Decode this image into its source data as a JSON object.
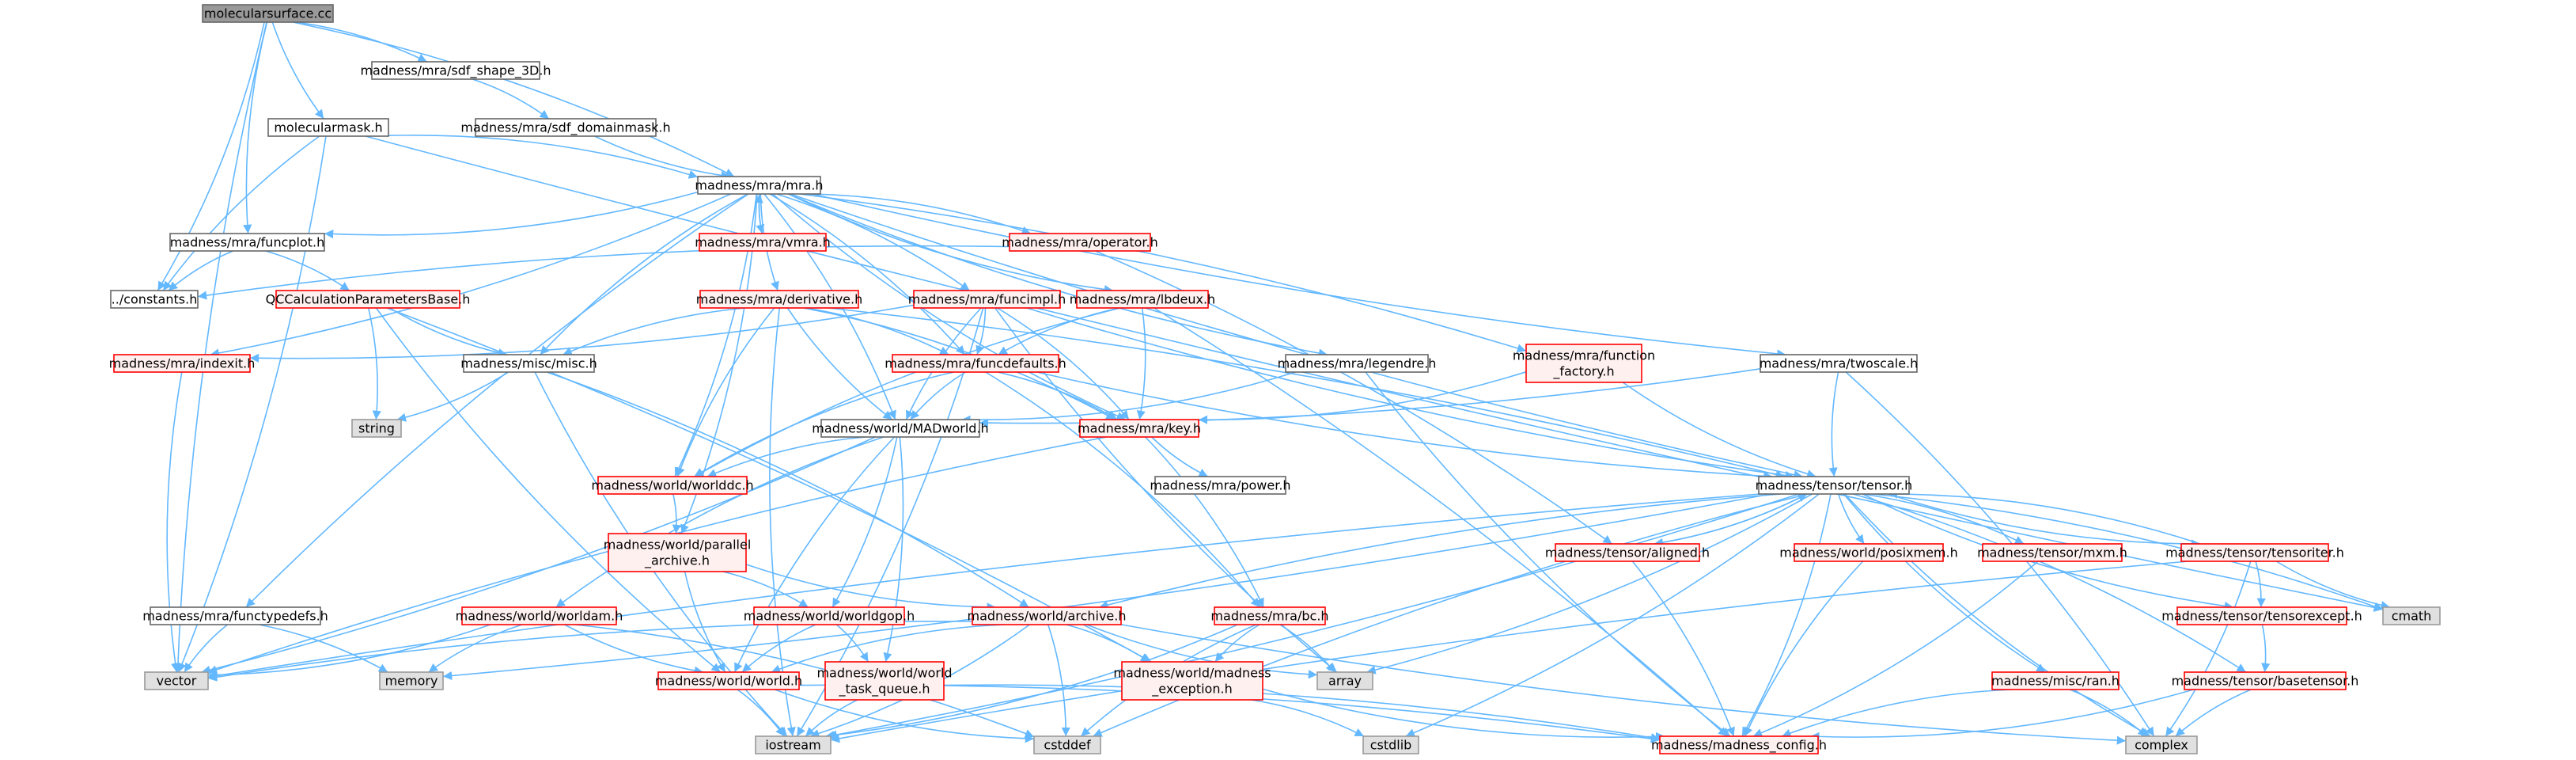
{
  "diagram": {
    "colors": {
      "edge": "#63B8FF",
      "root_fill": "#999999",
      "root_border": "#666666",
      "normal_fill": "#ffffff",
      "normal_border": "#666666",
      "truncated_fill": "#fff0f0",
      "truncated_border": "#ff0000",
      "system_fill": "#e0e0e0",
      "system_border": "#999999",
      "text": "#000000"
    },
    "nodes": [
      {
        "id": "root",
        "kind": "root",
        "lines": [
          "molecularsurface.cc"
        ]
      },
      {
        "id": "sdf_shape",
        "kind": "normal",
        "lines": [
          "madness/mra/sdf_shape_3D.h"
        ]
      },
      {
        "id": "molmask",
        "kind": "normal",
        "lines": [
          "molecularmask.h"
        ]
      },
      {
        "id": "sdf_domainmask",
        "kind": "normal",
        "lines": [
          "madness/mra/sdf_domainmask.h"
        ]
      },
      {
        "id": "mra",
        "kind": "normal",
        "lines": [
          "madness/mra/mra.h"
        ]
      },
      {
        "id": "funcplot",
        "kind": "normal",
        "lines": [
          "madness/mra/funcplot.h"
        ]
      },
      {
        "id": "vmra",
        "kind": "truncated",
        "lines": [
          "madness/mra/vmra.h"
        ]
      },
      {
        "id": "operator",
        "kind": "truncated",
        "lines": [
          "madness/mra/operator.h"
        ]
      },
      {
        "id": "constants",
        "kind": "normal",
        "lines": [
          "../constants.h"
        ]
      },
      {
        "id": "qccalc",
        "kind": "truncated",
        "lines": [
          "QCCalculationParametersBase.h"
        ]
      },
      {
        "id": "derivative",
        "kind": "truncated",
        "lines": [
          "madness/mra/derivative.h"
        ]
      },
      {
        "id": "funcimpl",
        "kind": "truncated",
        "lines": [
          "madness/mra/funcimpl.h"
        ]
      },
      {
        "id": "lbdeux",
        "kind": "truncated",
        "lines": [
          "madness/mra/lbdeux.h"
        ]
      },
      {
        "id": "indexit",
        "kind": "truncated",
        "lines": [
          "madness/mra/indexit.h"
        ]
      },
      {
        "id": "misc",
        "kind": "normal",
        "lines": [
          "madness/misc/misc.h"
        ]
      },
      {
        "id": "funcdefaults",
        "kind": "truncated",
        "lines": [
          "madness/mra/funcdefaults.h"
        ]
      },
      {
        "id": "legendre",
        "kind": "normal",
        "lines": [
          "madness/mra/legendre.h"
        ]
      },
      {
        "id": "funcfactory",
        "kind": "truncated",
        "lines": [
          "madness/mra/function",
          "_factory.h"
        ]
      },
      {
        "id": "twoscale",
        "kind": "normal",
        "lines": [
          "madness/mra/twoscale.h"
        ]
      },
      {
        "id": "string",
        "kind": "system",
        "lines": [
          "string"
        ]
      },
      {
        "id": "madworld",
        "kind": "normal",
        "lines": [
          "madness/world/MADworld.h"
        ]
      },
      {
        "id": "key",
        "kind": "truncated",
        "lines": [
          "madness/mra/key.h"
        ]
      },
      {
        "id": "power",
        "kind": "normal",
        "lines": [
          "madness/mra/power.h"
        ]
      },
      {
        "id": "worlddc",
        "kind": "truncated",
        "lines": [
          "madness/world/worlddc.h"
        ]
      },
      {
        "id": "tensor",
        "kind": "normal",
        "lines": [
          "madness/tensor/tensor.h"
        ]
      },
      {
        "id": "parallel",
        "kind": "truncated",
        "lines": [
          "madness/world/parallel",
          "_archive.h"
        ]
      },
      {
        "id": "aligned",
        "kind": "truncated",
        "lines": [
          "madness/tensor/aligned.h"
        ]
      },
      {
        "id": "posixmem",
        "kind": "truncated",
        "lines": [
          "madness/world/posixmem.h"
        ]
      },
      {
        "id": "mxm",
        "kind": "truncated",
        "lines": [
          "madness/tensor/mxm.h"
        ]
      },
      {
        "id": "tensoriter",
        "kind": "truncated",
        "lines": [
          "madness/tensor/tensoriter.h"
        ]
      },
      {
        "id": "functypedefs",
        "kind": "normal",
        "lines": [
          "madness/mra/functypedefs.h"
        ]
      },
      {
        "id": "worldam",
        "kind": "truncated",
        "lines": [
          "madness/world/worldam.h"
        ]
      },
      {
        "id": "worldgop",
        "kind": "truncated",
        "lines": [
          "madness/world/worldgop.h"
        ]
      },
      {
        "id": "archive",
        "kind": "truncated",
        "lines": [
          "madness/world/archive.h"
        ]
      },
      {
        "id": "bc",
        "kind": "truncated",
        "lines": [
          "madness/mra/bc.h"
        ]
      },
      {
        "id": "cmath",
        "kind": "system",
        "lines": [
          "cmath"
        ]
      },
      {
        "id": "tensorexcept",
        "kind": "truncated",
        "lines": [
          "madness/tensor/tensorexcept.h"
        ]
      },
      {
        "id": "vector",
        "kind": "system",
        "lines": [
          "vector"
        ]
      },
      {
        "id": "memory",
        "kind": "system",
        "lines": [
          "memory"
        ]
      },
      {
        "id": "world",
        "kind": "truncated",
        "lines": [
          "madness/world/world.h"
        ]
      },
      {
        "id": "taskqueue",
        "kind": "truncated",
        "lines": [
          "madness/world/world",
          "_task_queue.h"
        ]
      },
      {
        "id": "madexc",
        "kind": "truncated",
        "lines": [
          "madness/world/madness",
          "_exception.h"
        ]
      },
      {
        "id": "array",
        "kind": "system",
        "lines": [
          "array"
        ]
      },
      {
        "id": "ran",
        "kind": "truncated",
        "lines": [
          "madness/misc/ran.h"
        ]
      },
      {
        "id": "basetensor",
        "kind": "truncated",
        "lines": [
          "madness/tensor/basetensor.h"
        ]
      },
      {
        "id": "iostream",
        "kind": "system",
        "lines": [
          "iostream"
        ]
      },
      {
        "id": "cstddef",
        "kind": "system",
        "lines": [
          "cstddef"
        ]
      },
      {
        "id": "cstdlib",
        "kind": "system",
        "lines": [
          "cstdlib"
        ]
      },
      {
        "id": "config",
        "kind": "truncated",
        "lines": [
          "madness/madness_config.h"
        ]
      },
      {
        "id": "complex",
        "kind": "system",
        "lines": [
          "complex"
        ]
      }
    ],
    "edges": [
      [
        "root",
        "sdf_shape"
      ],
      [
        "root",
        "molmask"
      ],
      [
        "root",
        "mra"
      ],
      [
        "root",
        "funcplot"
      ],
      [
        "root",
        "constants"
      ],
      [
        "root",
        "vector"
      ],
      [
        "sdf_shape",
        "sdf_domainmask"
      ],
      [
        "sdf_domainmask",
        "mra"
      ],
      [
        "molmask",
        "mra"
      ],
      [
        "molmask",
        "constants"
      ],
      [
        "molmask",
        "vector"
      ],
      [
        "molmask",
        "cmath"
      ],
      [
        "mra",
        "funcplot"
      ],
      [
        "mra",
        "vmra"
      ],
      [
        "mra",
        "operator"
      ],
      [
        "mra",
        "derivative"
      ],
      [
        "mra",
        "funcimpl"
      ],
      [
        "mra",
        "lbdeux"
      ],
      [
        "mra",
        "indexit"
      ],
      [
        "mra",
        "misc"
      ],
      [
        "mra",
        "funcdefaults"
      ],
      [
        "mra",
        "legendre"
      ],
      [
        "mra",
        "funcfactory"
      ],
      [
        "mra",
        "twoscale"
      ],
      [
        "mra",
        "madworld"
      ],
      [
        "mra",
        "key"
      ],
      [
        "mra",
        "worlddc"
      ],
      [
        "mra",
        "tensor"
      ],
      [
        "mra",
        "parallel"
      ],
      [
        "mra",
        "functypedefs"
      ],
      [
        "vmra",
        "mra"
      ],
      [
        "operator",
        "constants"
      ],
      [
        "operator",
        "aligned"
      ],
      [
        "funcplot",
        "constants"
      ],
      [
        "funcplot",
        "qccalc"
      ],
      [
        "qccalc",
        "misc"
      ],
      [
        "qccalc",
        "string"
      ],
      [
        "qccalc",
        "world"
      ],
      [
        "qccalc",
        "madexc"
      ],
      [
        "derivative",
        "misc"
      ],
      [
        "derivative",
        "funcdefaults"
      ],
      [
        "derivative",
        "madworld"
      ],
      [
        "derivative",
        "key"
      ],
      [
        "derivative",
        "worlddc"
      ],
      [
        "derivative",
        "tensor"
      ],
      [
        "derivative",
        "iostream"
      ],
      [
        "funcimpl",
        "funcdefaults"
      ],
      [
        "funcimpl",
        "madworld"
      ],
      [
        "funcimpl",
        "key"
      ],
      [
        "funcimpl",
        "tensor"
      ],
      [
        "funcimpl",
        "indexit"
      ],
      [
        "funcimpl",
        "array"
      ],
      [
        "funcimpl",
        "iostream"
      ],
      [
        "lbdeux",
        "funcdefaults"
      ],
      [
        "lbdeux",
        "key"
      ],
      [
        "lbdeux",
        "worlddc"
      ],
      [
        "lbdeux",
        "config"
      ],
      [
        "indexit",
        "vector"
      ],
      [
        "misc",
        "string"
      ],
      [
        "misc",
        "iostream"
      ],
      [
        "misc",
        "archive"
      ],
      [
        "funcdefaults",
        "madworld"
      ],
      [
        "funcdefaults",
        "key"
      ],
      [
        "funcdefaults",
        "tensor"
      ],
      [
        "funcdefaults",
        "bc"
      ],
      [
        "funcdefaults",
        "worlddc"
      ],
      [
        "legendre",
        "madworld"
      ],
      [
        "legendre",
        "config"
      ],
      [
        "funcfactory",
        "key"
      ],
      [
        "funcfactory",
        "tensor"
      ],
      [
        "twoscale",
        "madworld"
      ],
      [
        "twoscale",
        "tensor"
      ],
      [
        "twoscale",
        "complex"
      ],
      [
        "madworld",
        "worlddc"
      ],
      [
        "madworld",
        "worldgop"
      ],
      [
        "madworld",
        "world"
      ],
      [
        "madworld",
        "taskqueue"
      ],
      [
        "madworld",
        "worldam"
      ],
      [
        "madworld",
        "vector"
      ],
      [
        "key",
        "power"
      ],
      [
        "key",
        "bc"
      ],
      [
        "key",
        "vector"
      ],
      [
        "worlddc",
        "parallel"
      ],
      [
        "parallel",
        "archive"
      ],
      [
        "parallel",
        "worldgop"
      ],
      [
        "parallel",
        "world"
      ],
      [
        "tensor",
        "aligned"
      ],
      [
        "tensor",
        "posixmem"
      ],
      [
        "tensor",
        "mxm"
      ],
      [
        "tensor",
        "tensoriter"
      ],
      [
        "tensor",
        "cmath"
      ],
      [
        "tensor",
        "archive"
      ],
      [
        "tensor",
        "config"
      ],
      [
        "tensor",
        "complex"
      ],
      [
        "tensor",
        "array"
      ],
      [
        "tensor",
        "cstddef"
      ],
      [
        "tensor",
        "cstdlib"
      ],
      [
        "tensor",
        "vector"
      ],
      [
        "tensor",
        "memory"
      ],
      [
        "tensor",
        "ran"
      ],
      [
        "tensor",
        "basetensor"
      ],
      [
        "tensor",
        "tensorexcept"
      ],
      [
        "tensor",
        "iostream"
      ],
      [
        "aligned",
        "tensor"
      ],
      [
        "aligned",
        "config"
      ],
      [
        "posixmem",
        "config"
      ],
      [
        "mxm",
        "config"
      ],
      [
        "tensoriter",
        "tensor"
      ],
      [
        "tensoriter",
        "tensorexcept"
      ],
      [
        "tensoriter",
        "cmath"
      ],
      [
        "tensoriter",
        "complex"
      ],
      [
        "tensoriter",
        "iostream"
      ],
      [
        "tensorexcept",
        "basetensor"
      ],
      [
        "basetensor",
        "complex"
      ],
      [
        "basetensor",
        "config"
      ],
      [
        "ran",
        "config"
      ],
      [
        "ran",
        "complex"
      ],
      [
        "functypedefs",
        "vector"
      ],
      [
        "functypedefs",
        "memory"
      ],
      [
        "worldam",
        "world"
      ],
      [
        "worldam",
        "vector"
      ],
      [
        "worldam",
        "memory"
      ],
      [
        "worldam",
        "cstddef"
      ],
      [
        "worldgop",
        "world"
      ],
      [
        "worldgop",
        "taskqueue"
      ],
      [
        "archive",
        "world"
      ],
      [
        "archive",
        "madexc"
      ],
      [
        "archive",
        "array"
      ],
      [
        "archive",
        "iostream"
      ],
      [
        "archive",
        "complex"
      ],
      [
        "archive",
        "cstddef"
      ],
      [
        "archive",
        "vector"
      ],
      [
        "bc",
        "array"
      ],
      [
        "bc",
        "madexc"
      ],
      [
        "bc",
        "iostream"
      ],
      [
        "bc",
        "cstddef"
      ],
      [
        "world",
        "iostream"
      ],
      [
        "world",
        "cstddef"
      ],
      [
        "world",
        "config"
      ],
      [
        "taskqueue",
        "iostream"
      ],
      [
        "taskqueue",
        "config"
      ],
      [
        "madexc",
        "config"
      ],
      [
        "madexc",
        "cstdlib"
      ]
    ]
  }
}
